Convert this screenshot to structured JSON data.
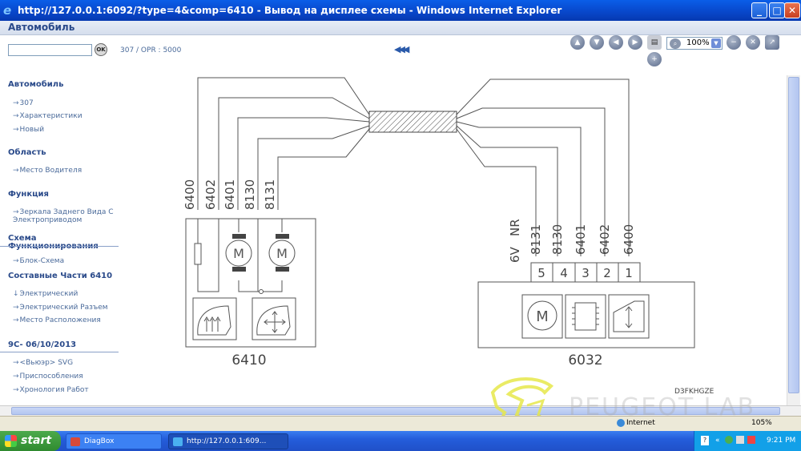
{
  "window": {
    "title": "http://127.0.0.1:6092/?type=4&comp=6410 - Вывод на дисплее схемы - Windows Internet Explorer",
    "minimize_glyph": "_",
    "maximize_glyph": "□",
    "close_glyph": "✕"
  },
  "app": {
    "header_title": "Автомобиль",
    "search": {
      "value": "",
      "placeholder": ""
    },
    "ok_label": "OK",
    "breadcrumb": "307  /  OPR : 5000",
    "rewind_glyph": "◀◀◀",
    "zoom": "100%",
    "toolbar_icons": [
      "up-icon",
      "down-icon",
      "left-icon",
      "right-icon",
      "print-icon",
      "plus-icon",
      "zoom-search-icon",
      "minus-icon",
      "close-icon",
      "export-icon"
    ]
  },
  "sidebar": {
    "sections": [
      {
        "title": "Автомобиль",
        "items": [
          "307",
          "Характеристики",
          "Новый"
        ]
      },
      {
        "title": "Область",
        "items": [
          "Место Водителя"
        ]
      },
      {
        "title": "Функция",
        "items": [
          "Зеркала Заднего Вида С Электроприводом"
        ]
      },
      {
        "title": "Схема Функционирования",
        "items": [
          "Блок-Схема"
        ]
      },
      {
        "title": "Составные Части 6410",
        "items": [
          "Электрический",
          "Электрический Разъем",
          "Место Расположения"
        ]
      },
      {
        "title": "9C- 06/10/2013",
        "items": [
          "<Вьюэр> SVG",
          "Приспособления",
          "Хронология Работ"
        ]
      }
    ]
  },
  "diagram": {
    "left_component": "6410",
    "right_component": "6032",
    "left_wires": [
      "6400",
      "6402",
      "6401",
      "8130",
      "8131"
    ],
    "right_wires": [
      "8131",
      "8130",
      "6401",
      "6402",
      "6400"
    ],
    "right_labels": [
      "6V",
      "NR"
    ],
    "pins": [
      "5",
      "4",
      "3",
      "2",
      "1"
    ],
    "motor_label": "M",
    "reference": "D3FKHGZE"
  },
  "statusbar": {
    "zone": "Internet",
    "zoom": "105%"
  },
  "taskbar": {
    "start_label": "start",
    "tasks": [
      "DiagBox",
      "http://127.0.0.1:609..."
    ],
    "clock": "9:21 PM"
  },
  "watermark": {
    "text": "PEUGEOT LAB"
  }
}
